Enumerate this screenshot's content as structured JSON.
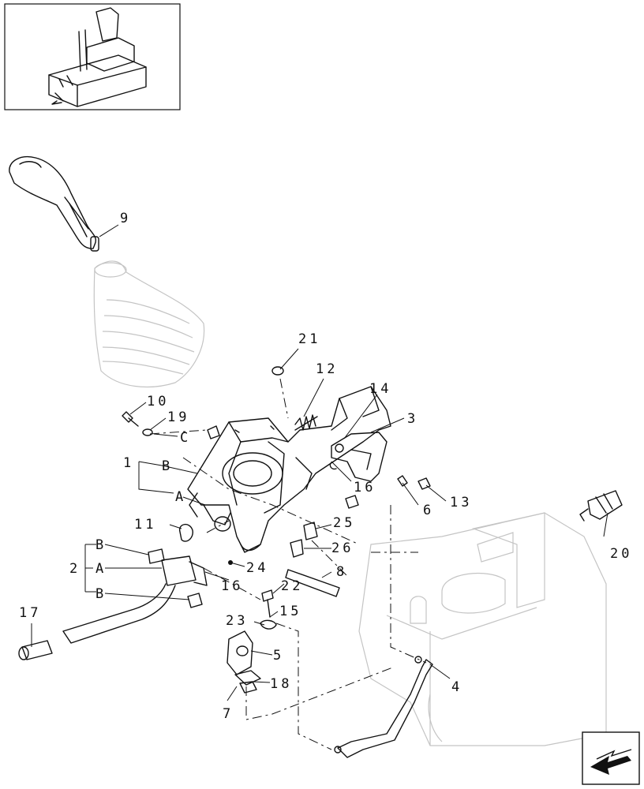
{
  "labels": {
    "l1": "1",
    "l2": "2",
    "l3": "3",
    "l4": "4",
    "l5": "5",
    "l6": "6",
    "l7": "7",
    "l8": "8",
    "l9": "9",
    "l10": "10",
    "l11": "11",
    "l12": "12",
    "l13": "13",
    "l14": "14",
    "l15": "15",
    "l16a": "16",
    "l16b": "16",
    "l17": "17",
    "l18": "18",
    "l19": "19",
    "l20": "20",
    "l21": "21",
    "l22": "22",
    "l23": "23",
    "l24": "24",
    "l25": "25",
    "l26": "26",
    "la1": "A",
    "lb1": "B",
    "lc1": "C",
    "la2": "A",
    "lb2": "B",
    "lb3": "B"
  },
  "icons": {
    "thumbnail": "tractor-cab-locator",
    "nav": "arrow-nav-icon"
  }
}
